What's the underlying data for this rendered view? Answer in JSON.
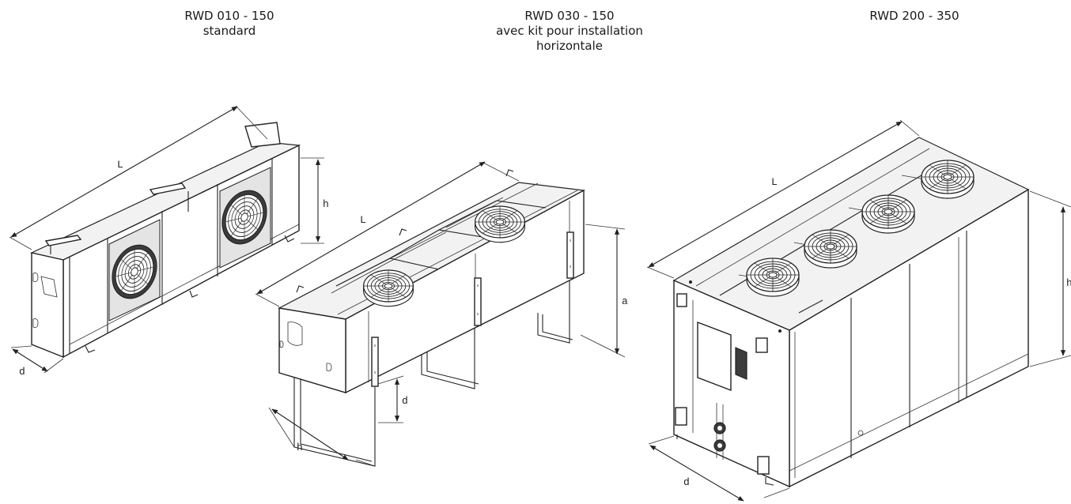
{
  "captions": {
    "unit1": {
      "line1": "RWD 010 - 150",
      "line2": "standard"
    },
    "unit2": {
      "line1": "RWD 030 - 150",
      "line2": "avec kit pour installation",
      "line3": "horizontale"
    },
    "unit3": {
      "line1": "RWD 200 - 350"
    }
  },
  "dimensions": {
    "unit1": {
      "length": "L",
      "height": "h",
      "depth": "d"
    },
    "unit2": {
      "length": "L",
      "height": "a",
      "depth": "d",
      "frame_height": "h"
    },
    "unit3": {
      "length": "L",
      "height": "h",
      "depth": "d"
    }
  }
}
